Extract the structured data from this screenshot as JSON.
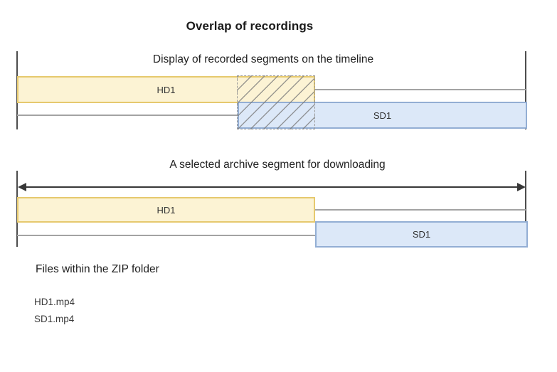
{
  "page": {
    "title": "Overlap of recordings"
  },
  "timeline_recorded": {
    "subtitle": "Display of recorded segments on the timeline",
    "hd_label": "HD1",
    "sd_label": "SD1"
  },
  "timeline_selected": {
    "subtitle": "A selected archive segment for downloading",
    "hd_label": "HD1",
    "sd_label": "SD1"
  },
  "files_section": {
    "heading": "Files within the ZIP folder",
    "files": [
      "HD1.mp4",
      "SD1.mp4"
    ]
  },
  "colors": {
    "hd_fill": "#FCF3D4",
    "hd_border": "#E6C96E",
    "sd_fill": "#DCE8F8",
    "sd_border": "#93AED4",
    "track_line": "#A3A3A3",
    "boundary_line": "#4D4D4D",
    "arrow": "#383838",
    "hatch_line": "#7A7A7A",
    "hatch_border": "#999999",
    "title_text": "#1A1A1A"
  }
}
